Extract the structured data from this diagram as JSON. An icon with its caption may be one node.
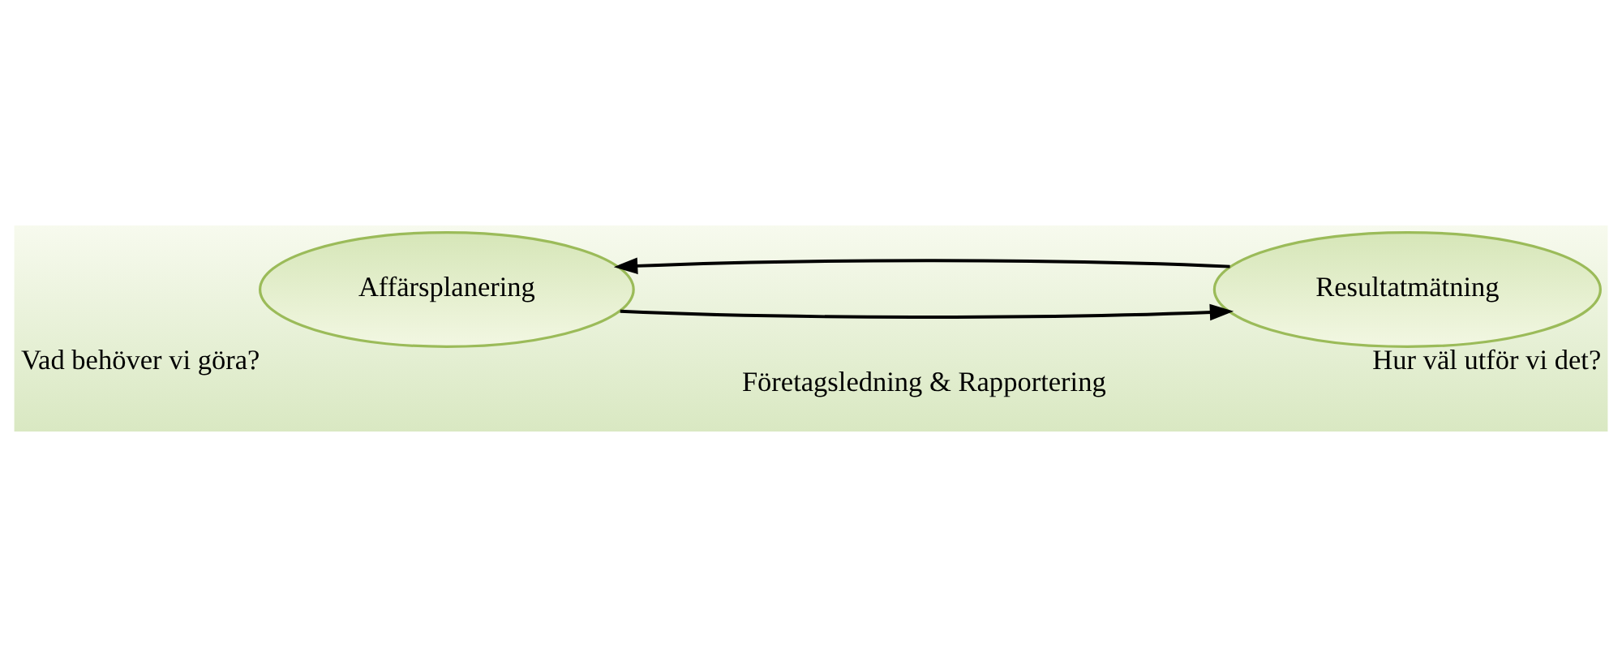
{
  "diagram": {
    "nodes": [
      {
        "text": [
          "Affärsplanering"
        ],
        "beside": [
          "Vad behöver vi göra?"
        ]
      },
      {
        "text": [
          "Resultatmätning"
        ],
        "beside": [
          "Hur väl utför vi det?"
        ]
      }
    ],
    "edges": [
      {
        "from": 1,
        "to": 0,
        "arrow": "to"
      },
      {
        "from": 0,
        "to": 1,
        "arrow": "to"
      }
    ],
    "labels": [
      "Företagsledning & Rapportering"
    ]
  }
}
